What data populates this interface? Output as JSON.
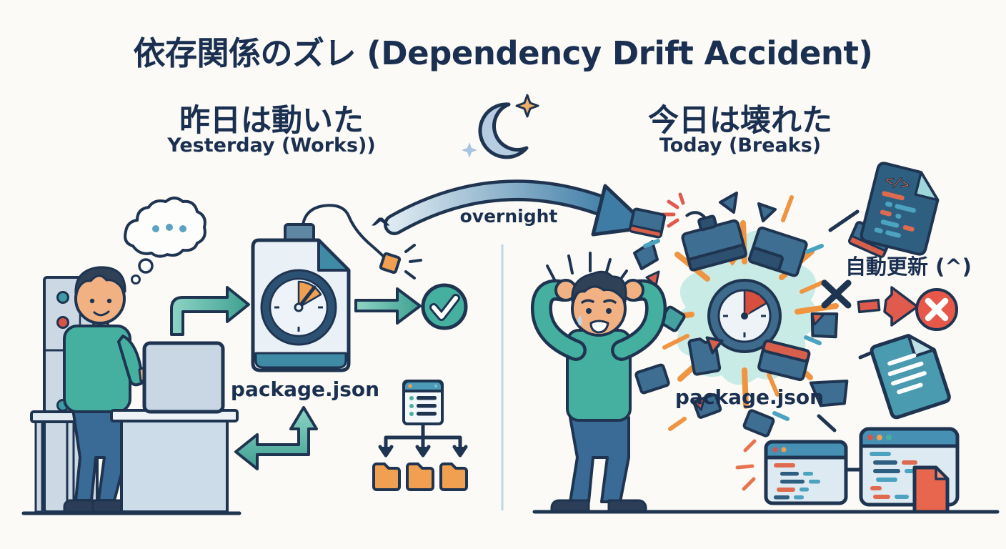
{
  "header": {
    "title": "依存関係のズレ (Dependency Drift Accident)"
  },
  "left": {
    "heading_jp": "昨日は動いた",
    "heading_en": "Yesterday (Works))",
    "file_label": "package.json",
    "caret": "^"
  },
  "transition": {
    "label": "overnight"
  },
  "right": {
    "heading_jp": "今日は壊れた",
    "heading_en": "Today (Breaks)",
    "file_label": "package.json",
    "auto_update": "自動更新 (^)",
    "code_symbol": "</>"
  },
  "colors": {
    "background": "#fbfaf6",
    "navy_outline": "#1e3450",
    "text_navy": "#1b3050",
    "teal": "#45b0a0",
    "slate_blue": "#3e6e91",
    "panel_blue": "#ccdbe7",
    "orange": "#f0a050",
    "spark_orange": "#ef9440",
    "red": "#e0584a",
    "explosion_cyan": "#c9ebe6",
    "divider_blue": "#bdd6e4",
    "moon_fill": "#b6cce0"
  }
}
